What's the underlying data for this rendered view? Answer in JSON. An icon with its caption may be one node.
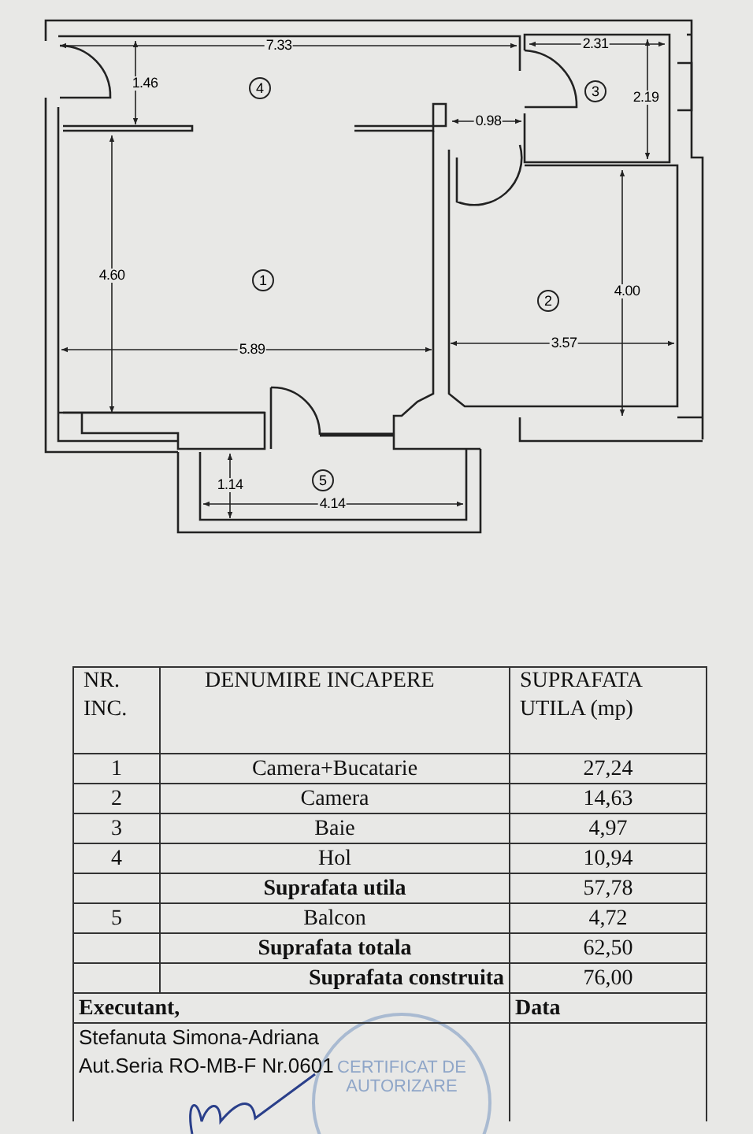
{
  "diagram": {
    "labels": [
      "7.33",
      "2.31",
      "1.46",
      "4",
      "3",
      "2.19",
      "0.98",
      "4.60",
      "1",
      "4.00",
      "2",
      "5.89",
      "3.57",
      "1.14",
      "5",
      "4.14",
      "NR. INC.",
      "DENUMIRE INCAPERE",
      "SUPRAFATA UTILA (mp)",
      "1",
      "Camera+Bucatarie",
      "27,24",
      "2",
      "Camera",
      "14,63",
      "3",
      "Baie",
      "4,97",
      "4",
      "Hol",
      "10,94",
      "Suprafata utila",
      "57,78",
      "5",
      "Balcon",
      "4,72",
      "Suprafata totala",
      "62,50",
      "Suprafata construita",
      "76,00",
      "Executant,",
      "Data",
      "Stefanuta Simona-Adriana",
      "Aut.Seria RO-MB-F Nr.0601",
      "CERTIFICAT DE AUTORIZARE"
    ]
  }
}
